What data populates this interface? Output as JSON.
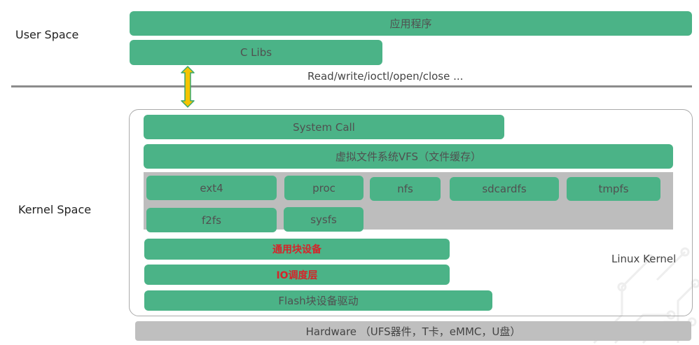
{
  "user_space_label": "User Space",
  "kernel_space_label": "Kernel Space",
  "app_label": "应用程序",
  "clibs_label": "C Libs",
  "syscall_api_text": "Read/write/ioctl/open/close ...",
  "system_call_label": "System Call",
  "vfs_label": "虚拟文件系统VFS（文件缓存）",
  "filesystems": [
    "ext4",
    "proc",
    "nfs",
    "sdcardfs",
    "tmpfs",
    "f2fs",
    "sysfs"
  ],
  "generic_block_label": "通用块设备",
  "io_scheduler_label": "IO调度层",
  "flash_driver_label": "Flash块设备驱动",
  "linux_kernel_label": "Linux Kernel",
  "hardware_label": "Hardware （UFS器件，T卡，eMMC，U盘）",
  "colors": {
    "block_green": "#4bb387",
    "fs_area_gray": "#bdbdbd",
    "arrow_fill": "#f5c400",
    "arrow_stroke": "#3aa86b",
    "highlight_red": "#d6242a"
  }
}
